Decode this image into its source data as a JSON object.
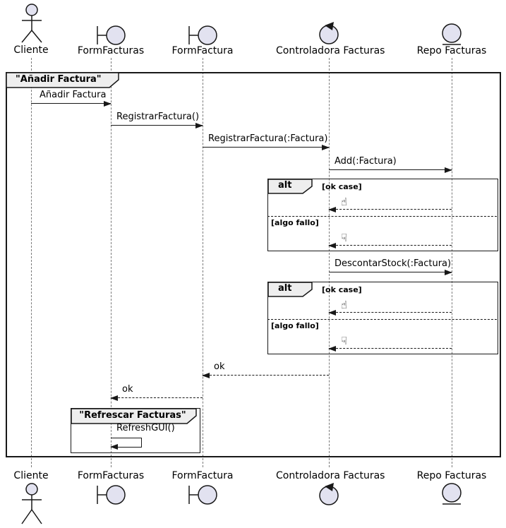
{
  "colors": {
    "participant_fill": "#E2E2F0",
    "line": "#181818",
    "frame_tab_bg": "#EEEEEE",
    "lifeline": "#7A7A7A"
  },
  "participants": [
    {
      "name": "Cliente",
      "type": "actor"
    },
    {
      "name": "FormFacturas",
      "type": "boundary"
    },
    {
      "name": "FormFactura",
      "type": "boundary"
    },
    {
      "name": "Controladora Facturas",
      "type": "control"
    },
    {
      "name": "Repo Facturas",
      "type": "entity"
    }
  ],
  "outer_frame": {
    "title": "\"Añadir Factura\""
  },
  "messages": {
    "anadir": {
      "label": "Añadir Factura",
      "from": "Cliente",
      "to": "FormFacturas",
      "style": "solid"
    },
    "registrar": {
      "label": "RegistrarFactura()",
      "from": "FormFacturas",
      "to": "FormFactura",
      "style": "solid"
    },
    "registrar_arg": {
      "label": "RegistrarFactura(:Factura)",
      "from": "FormFactura",
      "to": "Controladora Facturas",
      "style": "solid"
    },
    "add": {
      "label": "Add(:Factura)",
      "from": "Controladora Facturas",
      "to": "Repo Facturas",
      "style": "solid"
    },
    "descontar": {
      "label": "DescontarStock(:Factura)",
      "from": "Controladora Facturas",
      "to": "Repo Facturas",
      "style": "solid"
    },
    "ok_to_formfactura": {
      "label": "ok",
      "from": "Controladora Facturas",
      "to": "FormFactura",
      "style": "dashed"
    },
    "ok_to_formfacturas": {
      "label": "ok",
      "from": "FormFactura",
      "to": "FormFacturas",
      "style": "dashed"
    }
  },
  "alt1": {
    "operator": "alt",
    "guard_ok": "[ok case]",
    "thumb_up": "☝",
    "guard_fail": "[algo fallo]",
    "thumb_down": "☟"
  },
  "alt2": {
    "operator": "alt",
    "guard_ok": "[ok case]",
    "thumb_up": "☝",
    "guard_fail": "[algo fallo]",
    "thumb_down": "☟"
  },
  "refresh_frame": {
    "title": "\"Refrescar Facturas\"",
    "message": "RefreshGUI()"
  }
}
